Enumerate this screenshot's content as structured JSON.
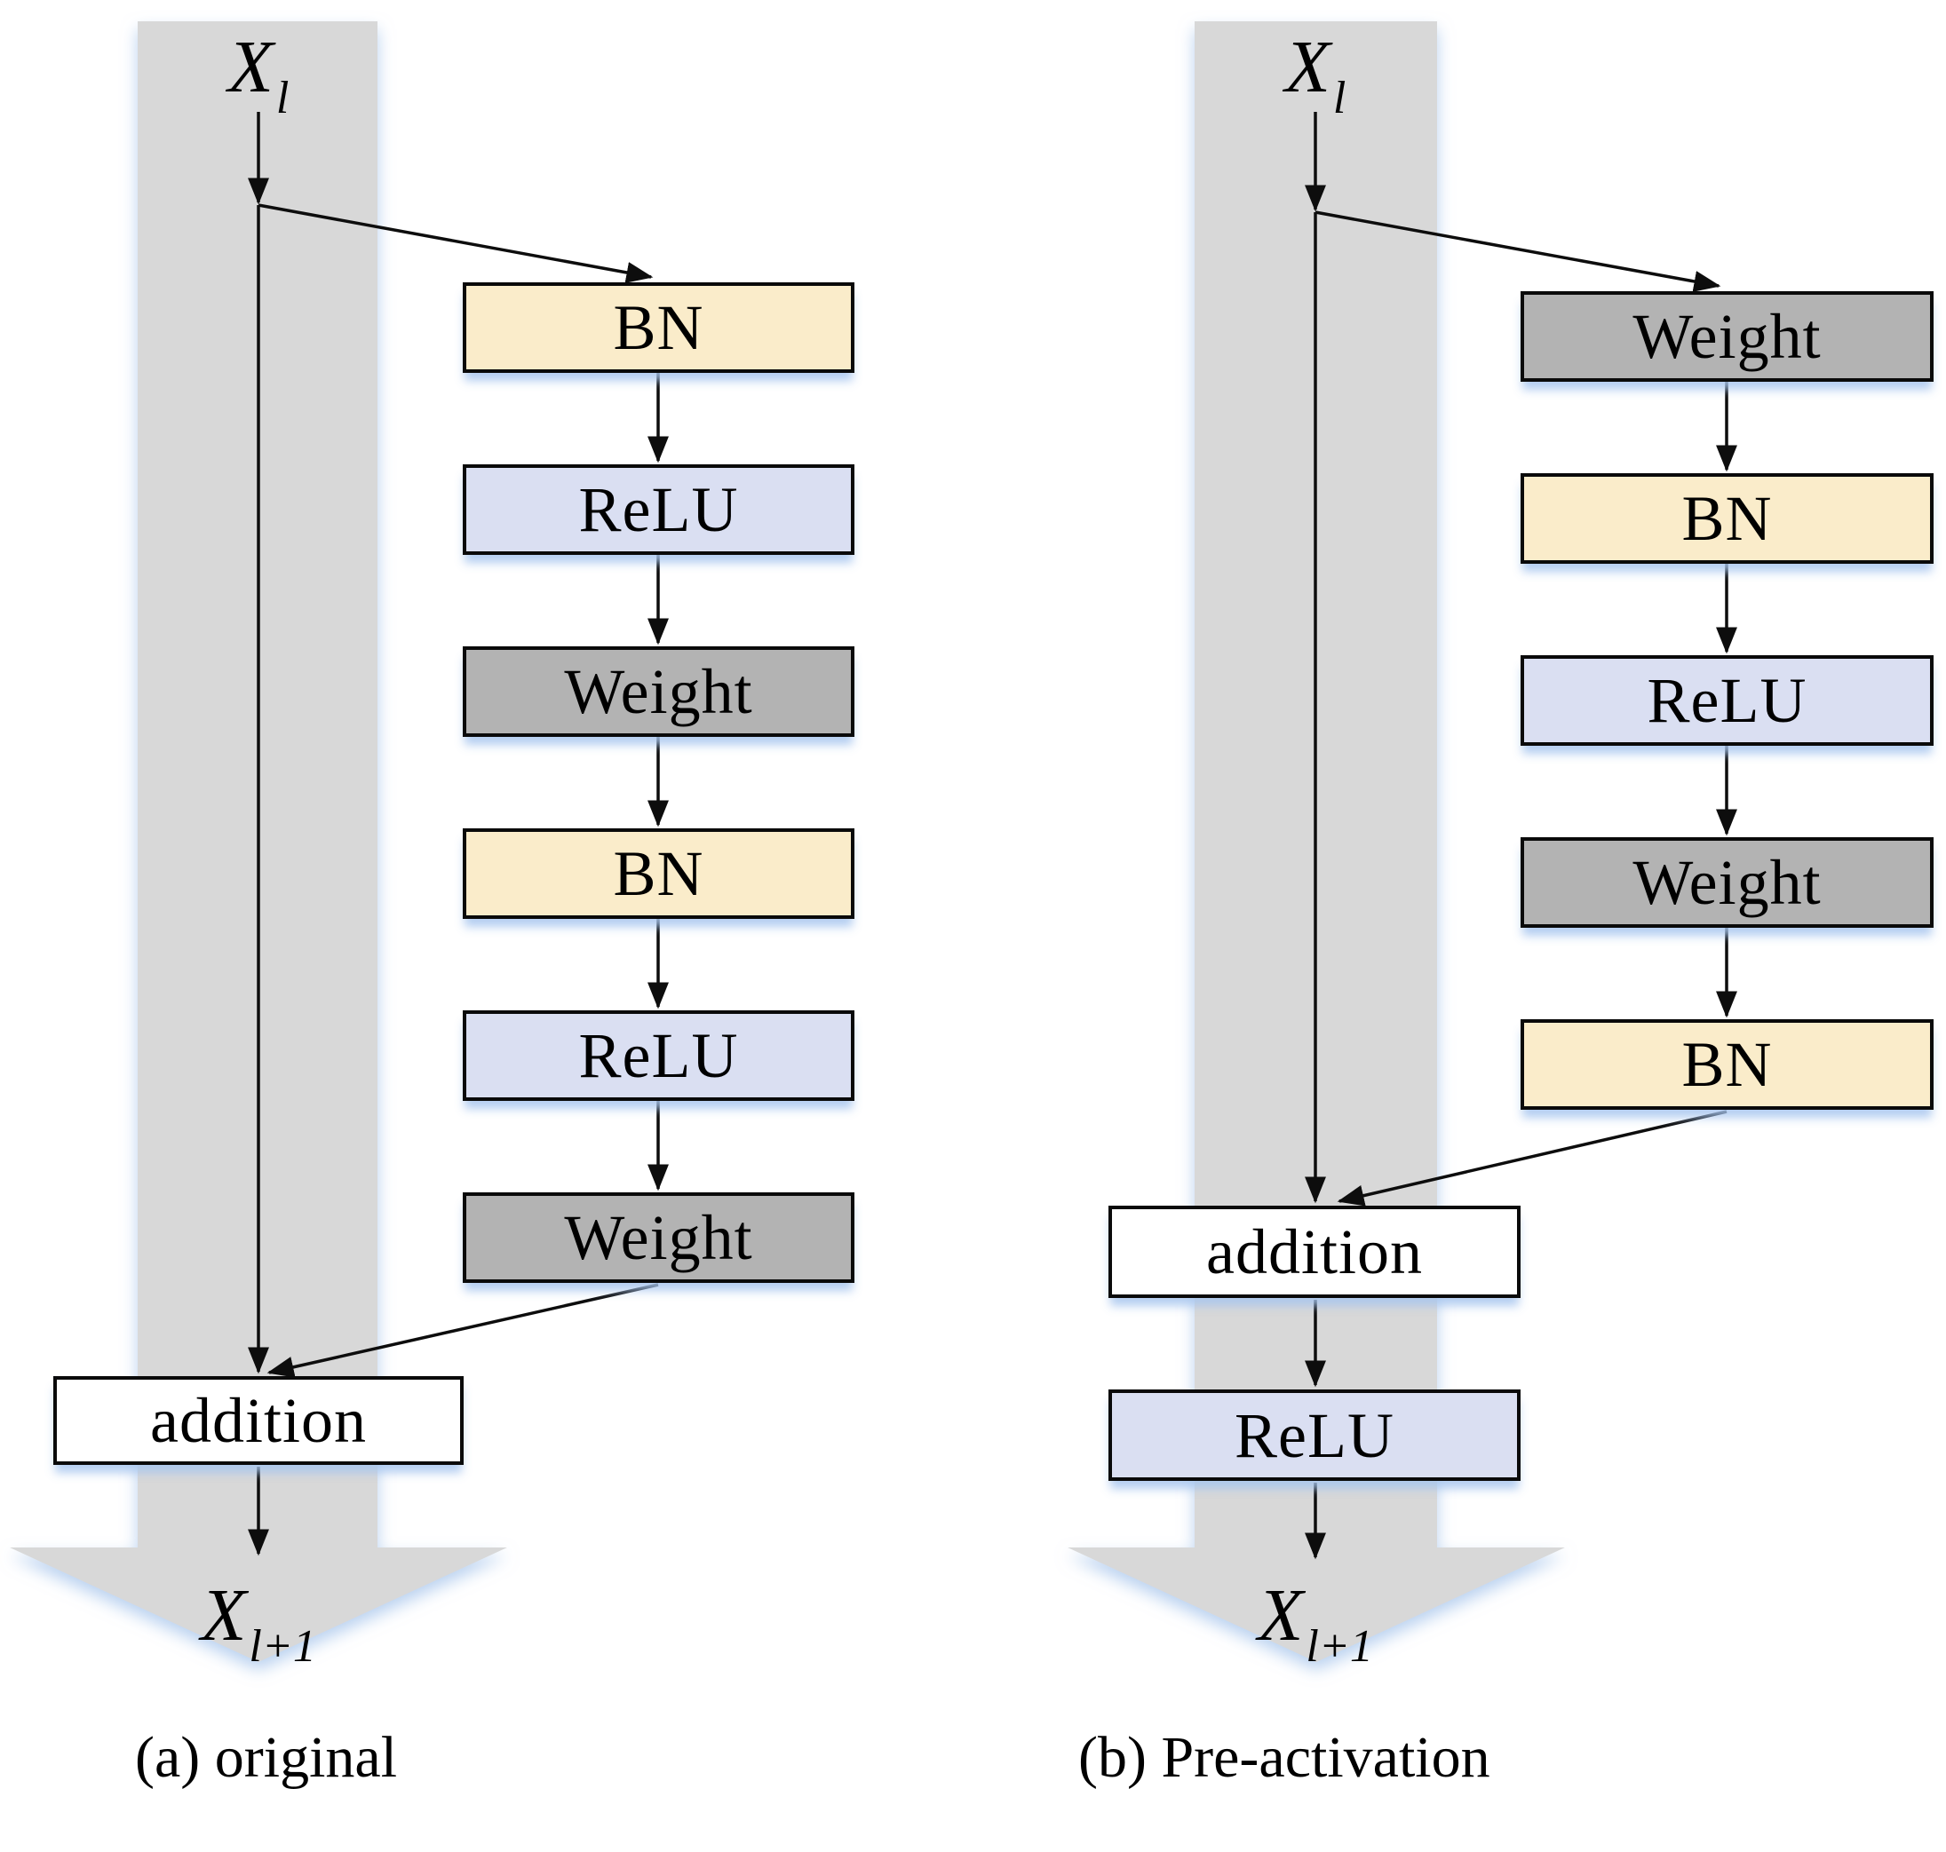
{
  "figure": {
    "colors": {
      "bn_fill": "#FAECCA",
      "relu_fill": "#DADFF2",
      "weight_fill": "#B3B3B3",
      "addition_fill": "#FFFFFF",
      "band_fill": "#D8D8D8",
      "line": "#0D0D0D",
      "shadow_glow": "#A8C6EC"
    },
    "diagram_a": {
      "caption": "(a) original",
      "input_label": {
        "base": "X",
        "sub": "l"
      },
      "output_label": {
        "base": "X",
        "sub": "l+1"
      },
      "blocks": {
        "bn1": "BN",
        "relu1": "ReLU",
        "weight1": "Weight",
        "bn2": "BN",
        "relu2": "ReLU",
        "weight2": "Weight",
        "addition": "addition"
      }
    },
    "diagram_b": {
      "caption": "(b) Pre-activation",
      "input_label": {
        "base": "X",
        "sub": "l"
      },
      "output_label": {
        "base": "X",
        "sub": "l+1"
      },
      "blocks": {
        "weight1": "Weight",
        "bn1": "BN",
        "relu1": "ReLU",
        "weight2": "Weight",
        "bn2": "BN",
        "addition": "addition",
        "relu3": "ReLU"
      }
    }
  }
}
